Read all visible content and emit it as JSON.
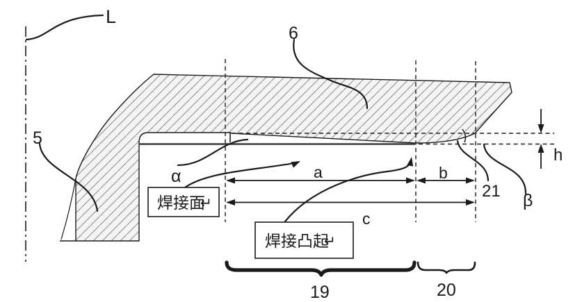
{
  "figure": {
    "kind": "patent-weld-cross-section-diagram",
    "labels": {
      "axis": "L",
      "part_lower": "5",
      "part_upper": "6",
      "protrusion_num": "21",
      "alpha": "α",
      "beta": "β",
      "dim_a": "a",
      "dim_b": "b",
      "dim_c": "c",
      "dim_h": "h",
      "zone_left": "19",
      "zone_right": "20"
    },
    "callouts": {
      "weld_face": {
        "text": "焊接面",
        "return_mark": "↵"
      },
      "weld_protrusion": {
        "text": "焊接凸起",
        "return_mark": "↵"
      }
    },
    "colors": {
      "ink": "#1a1a1a",
      "hatch_line": "#8a8a8a",
      "hatch_fill": "#f4f4f4",
      "face_line": "#3a3a3a",
      "muted_mark": "#999999"
    }
  }
}
